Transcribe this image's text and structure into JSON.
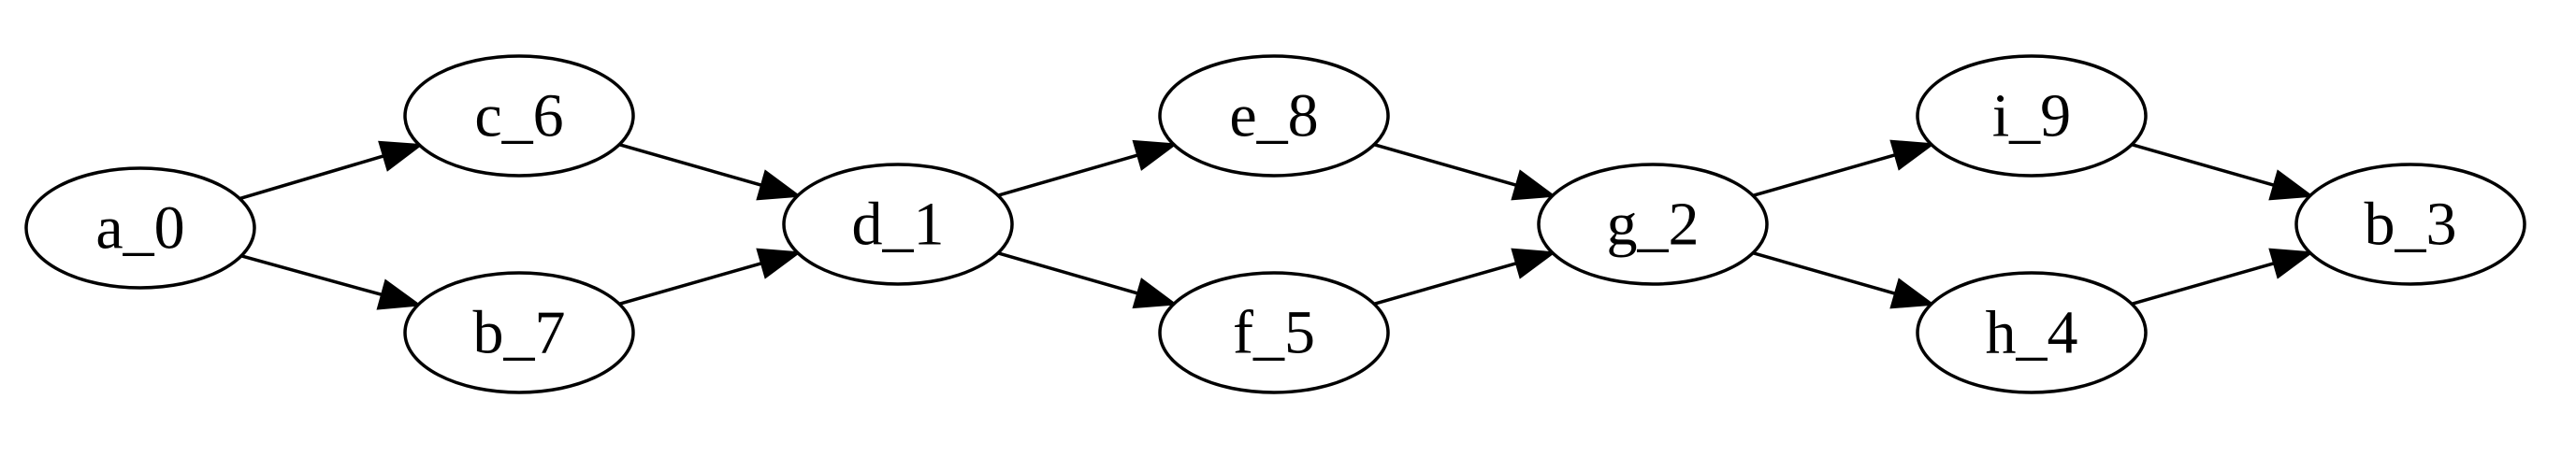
{
  "graph": {
    "nodes": [
      {
        "id": "a_0",
        "label": "a_0"
      },
      {
        "id": "c_6",
        "label": "c_6"
      },
      {
        "id": "b_7",
        "label": "b_7"
      },
      {
        "id": "d_1",
        "label": "d_1"
      },
      {
        "id": "e_8",
        "label": "e_8"
      },
      {
        "id": "f_5",
        "label": "f_5"
      },
      {
        "id": "g_2",
        "label": "g_2"
      },
      {
        "id": "i_9",
        "label": "i_9"
      },
      {
        "id": "h_4",
        "label": "h_4"
      },
      {
        "id": "b_3",
        "label": "b_3"
      }
    ],
    "edges": [
      {
        "from": "a_0",
        "to": "c_6"
      },
      {
        "from": "a_0",
        "to": "b_7"
      },
      {
        "from": "c_6",
        "to": "d_1"
      },
      {
        "from": "b_7",
        "to": "d_1"
      },
      {
        "from": "d_1",
        "to": "e_8"
      },
      {
        "from": "d_1",
        "to": "f_5"
      },
      {
        "from": "e_8",
        "to": "g_2"
      },
      {
        "from": "f_5",
        "to": "g_2"
      },
      {
        "from": "g_2",
        "to": "i_9"
      },
      {
        "from": "g_2",
        "to": "h_4"
      },
      {
        "from": "i_9",
        "to": "b_3"
      },
      {
        "from": "h_4",
        "to": "b_3"
      }
    ]
  }
}
